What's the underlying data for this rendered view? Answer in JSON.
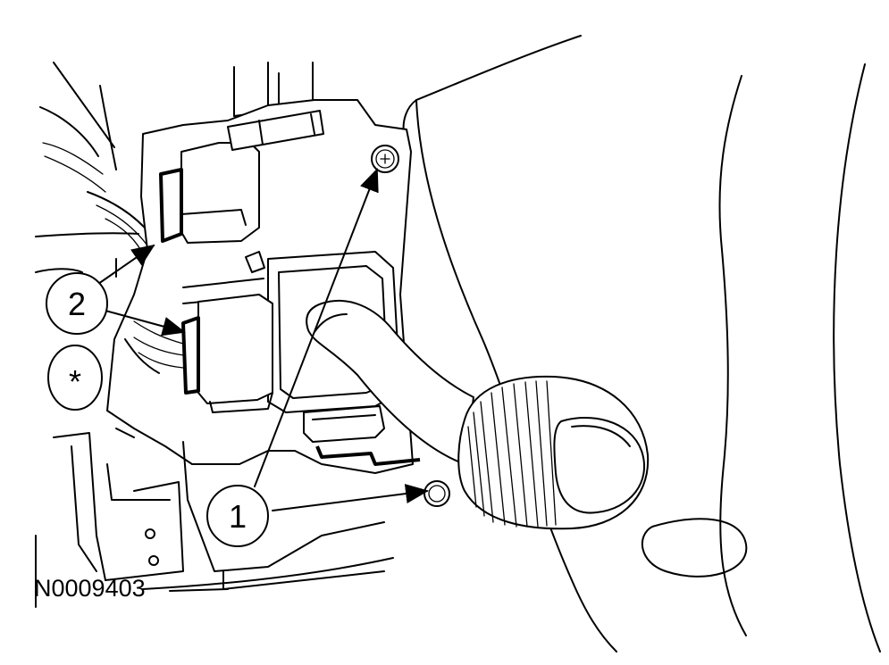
{
  "figure_id": "N0009403",
  "callouts": {
    "item_1": "1",
    "item_2": "2",
    "asterisk": "*"
  },
  "colors": {
    "line": "#000000",
    "background": "#ffffff"
  }
}
